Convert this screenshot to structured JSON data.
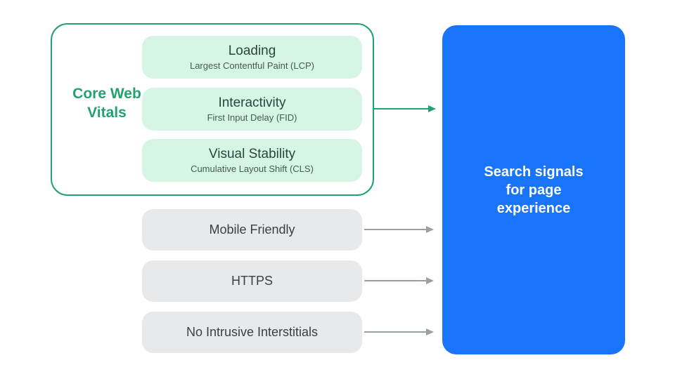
{
  "diagram": {
    "title": "Search signals for page experience",
    "core_web_vitals": {
      "label": "Core Web Vitals",
      "items": [
        {
          "title": "Loading",
          "subtitle": "Largest Contentful Paint (LCP)"
        },
        {
          "title": "Interactivity",
          "subtitle": "First Input Delay (FID)"
        },
        {
          "title": "Visual Stability",
          "subtitle": "Cumulative Layout Shift (CLS)"
        }
      ]
    },
    "other_signals": [
      {
        "label": "Mobile Friendly"
      },
      {
        "label": "HTTPS"
      },
      {
        "label": "No Intrusive Interstitials"
      }
    ],
    "result_box": {
      "full_text": "Search signals for page experience",
      "lines": [
        "Search signals",
        "for page",
        "experience"
      ]
    },
    "colors": {
      "green_accent": "#23A16F",
      "green_pill_bg": "#D6F5E5",
      "pill_title_text": "#2C453C",
      "pill_subtitle_text": "#465A50",
      "gray_pill_bg": "#E8E9EB",
      "gray_pill_text": "#3C4043",
      "gray_arrow": "#9AA0A6",
      "blue_box_bg": "#1774FB",
      "blue_box_text": "#FFFFFF"
    }
  }
}
